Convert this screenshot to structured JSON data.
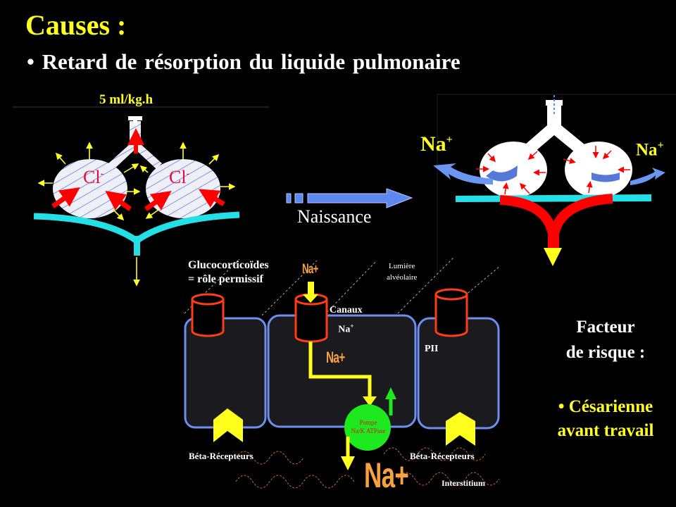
{
  "slide": {
    "title": "Causes :",
    "bullet": "• Retard de résorption  du liquide pulmonaire"
  },
  "left_lung": {
    "rate_label": "5 ml/kg.h",
    "ion_left": "Cl",
    "ion_left_sup": "-",
    "ion_right": "Cl",
    "ion_right_sup": "-"
  },
  "transition": {
    "label": "Naissance"
  },
  "right_lung": {
    "ion_left": "Na",
    "ion_left_sup": "+",
    "ion_right": "Na",
    "ion_right_sup": "+"
  },
  "cell_diagram": {
    "glucocorticoids_line1": "Glucocorticoïdes",
    "glucocorticoids_line2": "= rôle permissif",
    "na_top": "Na+",
    "lumiere_line1": "Lumière",
    "lumiere_line2": "alvéolaire",
    "canaux_line1": "Canaux",
    "canaux_line2": "Na",
    "canaux_sup": "+",
    "na_mid": "Na+",
    "pii": "PII",
    "pompe_line1": "Pompe",
    "pompe_line2": "Na/K ATPase",
    "beta_left": "Béta-Récepteurs",
    "beta_right": "Béta-Récepteurs",
    "na_bottom": "Na+",
    "interstitium": "Interstitium"
  },
  "risk": {
    "heading_line1": "Facteur",
    "heading_line2": "de risque :",
    "item_line1": "• Césarienne",
    "item_line2": "avant travail"
  },
  "colors": {
    "title_yellow": "#ffff1e",
    "membrane_cyan": "#22e0e6",
    "blood_red": "#ff0000",
    "cell_border_blue": "#6c8ff0",
    "pump_green": "#1ee81e",
    "na_orange": "#f7a23c"
  }
}
